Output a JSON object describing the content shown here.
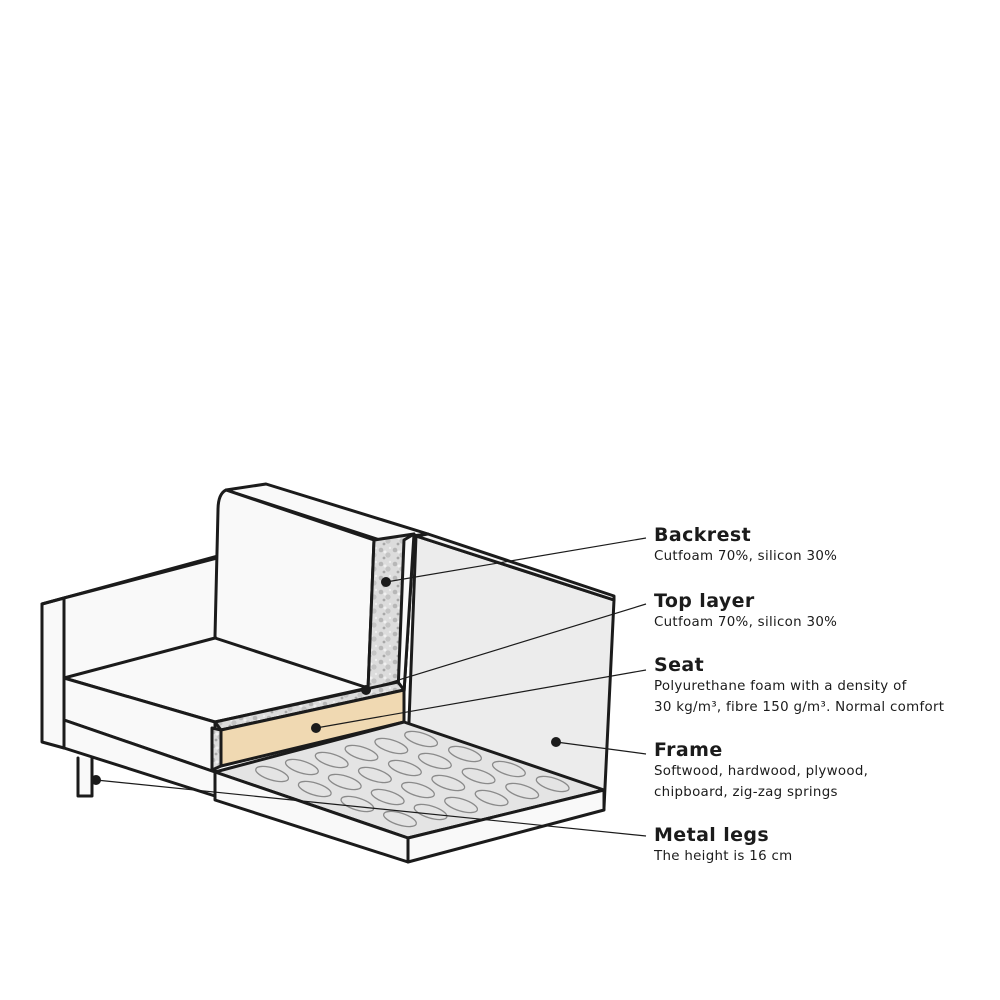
{
  "colors": {
    "outline": "#1b1b1b",
    "upholstery": "#f9f9f9",
    "frame_fill": "#ececec",
    "seat_foam": "#f0d9b2",
    "backrest_foam": "#d9d9d9",
    "spring_bed": "#e4e4e4"
  },
  "labels": [
    {
      "name": "backrest",
      "title": "Backrest",
      "description": "Cutfoam 70%, silicon 30%"
    },
    {
      "name": "top-layer",
      "title": "Top layer",
      "description": "Cutfoam 70%, silicon 30%"
    },
    {
      "name": "seat",
      "title": "Seat",
      "description": "Polyurethane foam with a density of\n30 kg/m³, fibre 150 g/m³. Normal comfort"
    },
    {
      "name": "frame",
      "title": "Frame",
      "description": "Softwood, hardwood, plywood,\nchipboard, zig-zag springs"
    },
    {
      "name": "metal-legs",
      "title": "Metal legs",
      "description": "The height is 16 cm"
    }
  ]
}
